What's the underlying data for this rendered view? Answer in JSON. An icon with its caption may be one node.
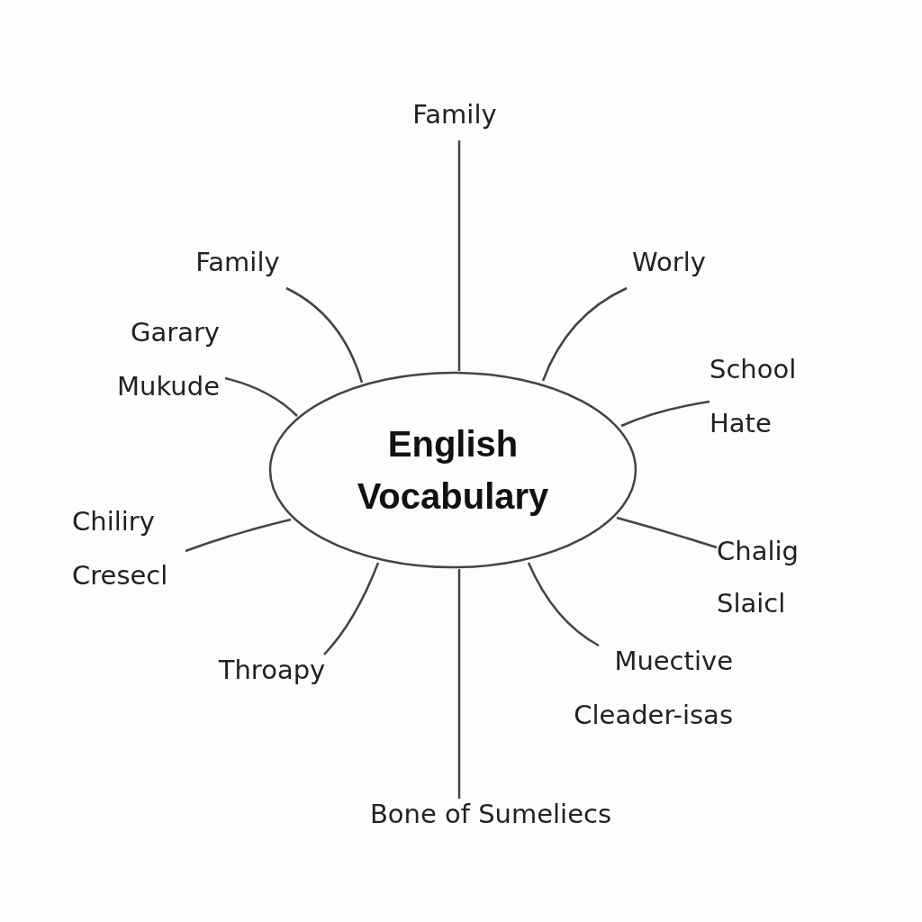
{
  "diagram": {
    "nodes": [
      {
        "text": [
          "English Vocabulary"
        ]
      },
      {
        "text": [
          "Family"
        ]
      },
      {
        "text": [
          "Family"
        ]
      },
      {
        "text": [
          "Garary",
          "Mukude"
        ]
      },
      {
        "text": [
          "Worly"
        ]
      },
      {
        "text": [
          "School",
          "Hate"
        ]
      },
      {
        "text": [
          "Chiliry",
          "Cresecl"
        ]
      },
      {
        "text": [
          "Chalig",
          "Slaicl"
        ]
      },
      {
        "text": [
          "Throapy"
        ]
      },
      {
        "text": [
          "Muective",
          "Cleader-isas"
        ]
      },
      {
        "text": [
          "Bone of Sumeliecs"
        ]
      }
    ],
    "edges": [
      {
        "from": 0,
        "to": 1,
        "arrow": "none"
      },
      {
        "from": 0,
        "to": 2,
        "arrow": "none"
      },
      {
        "from": 0,
        "to": 3,
        "arrow": "none"
      },
      {
        "from": 0,
        "to": 4,
        "arrow": "none"
      },
      {
        "from": 0,
        "to": 5,
        "arrow": "none"
      },
      {
        "from": 0,
        "to": 6,
        "arrow": "none"
      },
      {
        "from": 0,
        "to": 7,
        "arrow": "none"
      },
      {
        "from": 0,
        "to": 8,
        "arrow": "none"
      },
      {
        "from": 0,
        "to": 9,
        "arrow": "none"
      },
      {
        "from": 0,
        "to": 10,
        "arrow": "none"
      }
    ]
  }
}
